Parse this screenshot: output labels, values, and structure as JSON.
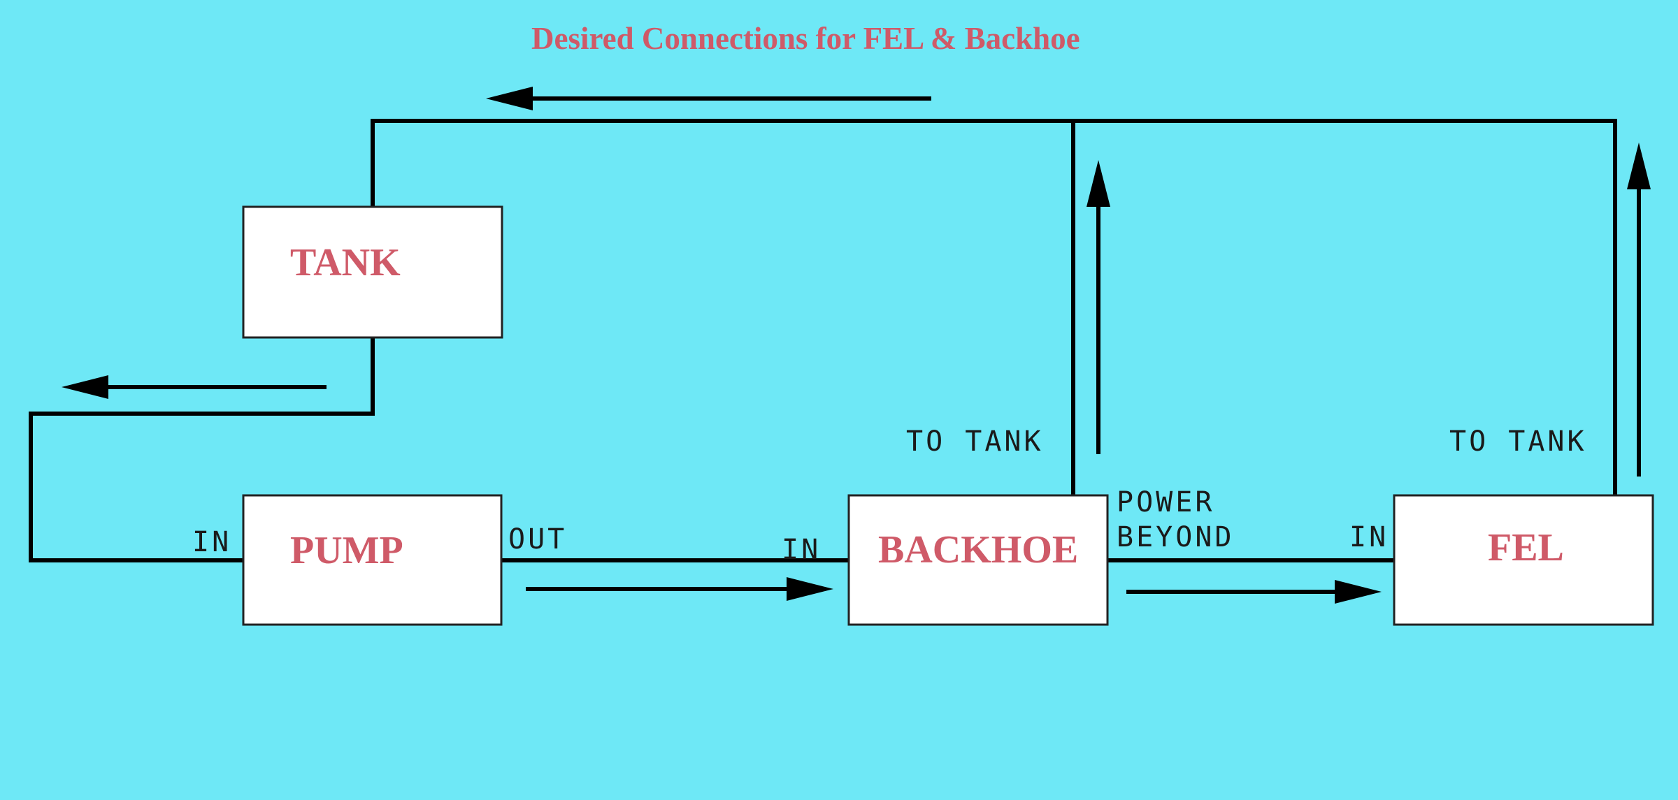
{
  "title": "Desired Connections for FEL & Backhoe",
  "components": {
    "tank": {
      "label": "TANK"
    },
    "pump": {
      "label": "PUMP"
    },
    "backhoe": {
      "label": "BACKHOE"
    },
    "fel": {
      "label": "FEL"
    }
  },
  "ports": {
    "pump_in": "IN",
    "pump_out": "OUT",
    "backhoe_in": "IN",
    "backhoe_to_tank": "TO TANK",
    "backhoe_power_beyond_line1": "POWER",
    "backhoe_power_beyond_line2": "BEYOND",
    "fel_in": "IN",
    "fel_to_tank": "TO TANK"
  }
}
